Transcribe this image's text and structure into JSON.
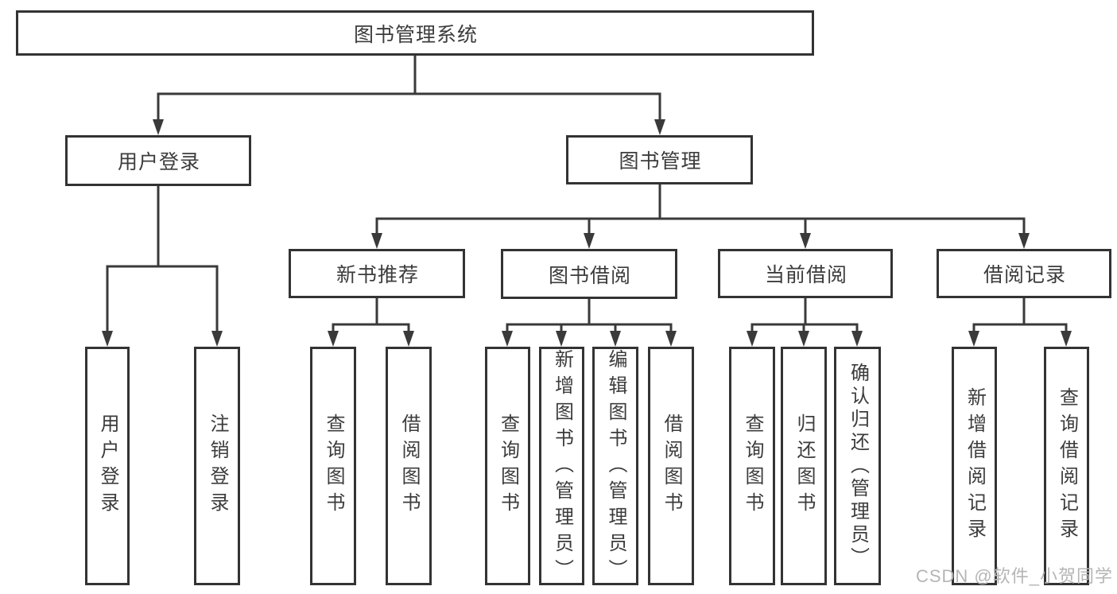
{
  "diagram": {
    "nodes": [
      {
        "id": "library-system",
        "label": "图书管理系统",
        "parent": null
      },
      {
        "id": "user-login",
        "label": "用户登录",
        "parent": "library-system"
      },
      {
        "id": "book-management",
        "label": "图书管理",
        "parent": "library-system"
      },
      {
        "id": "user-login-leaf",
        "label": "用户登录",
        "parent": "user-login"
      },
      {
        "id": "logout-leaf",
        "label": "注销登录",
        "parent": "user-login"
      },
      {
        "id": "new-book-recommend",
        "label": "新书推荐",
        "parent": "book-management"
      },
      {
        "id": "book-borrow",
        "label": "图书借阅",
        "parent": "book-management"
      },
      {
        "id": "current-borrow",
        "label": "当前借阅",
        "parent": "book-management"
      },
      {
        "id": "borrow-records",
        "label": "借阅记录",
        "parent": "book-management"
      },
      {
        "id": "query-books-1",
        "label": "查询图书",
        "parent": "new-book-recommend"
      },
      {
        "id": "borrow-books-1",
        "label": "借阅图书",
        "parent": "new-book-recommend"
      },
      {
        "id": "query-books-2",
        "label": "查询图书",
        "parent": "book-borrow"
      },
      {
        "id": "add-book-admin",
        "label": "新增图书（管理员）",
        "parent": "book-borrow"
      },
      {
        "id": "edit-book-admin",
        "label": "编辑图书（管理员）",
        "parent": "book-borrow"
      },
      {
        "id": "borrow-books-2",
        "label": "借阅图书",
        "parent": "book-borrow"
      },
      {
        "id": "query-books-3",
        "label": "查询图书",
        "parent": "current-borrow"
      },
      {
        "id": "return-books",
        "label": "归还图书",
        "parent": "current-borrow"
      },
      {
        "id": "confirm-return-admin",
        "label": "确认归还（管理员）",
        "parent": "current-borrow"
      },
      {
        "id": "add-borrow-record",
        "label": "新增借阅记录",
        "parent": "borrow-records"
      },
      {
        "id": "query-borrow-record",
        "label": "查询借阅记录",
        "parent": "borrow-records"
      }
    ]
  },
  "watermark": {
    "text": "CSDN @软件_小贺同学"
  },
  "colors": {
    "line": "#3a3a3a",
    "border": "#333333",
    "text": "#3c3c3c",
    "watermark": "#b5b5b5",
    "background": "#ffffff"
  }
}
